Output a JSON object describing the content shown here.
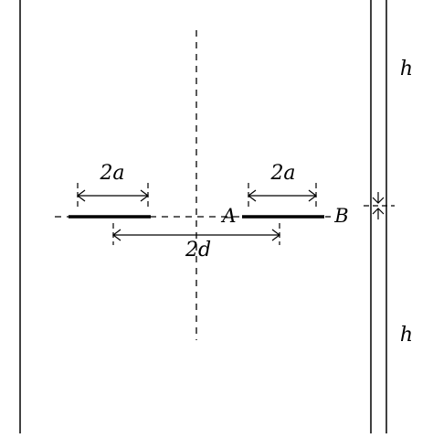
{
  "labels": {
    "crack_left_width": "2a",
    "crack_right_width": "2a",
    "center_distance": "2d",
    "point_a": "A",
    "point_b": "B",
    "top_height": "h",
    "bottom_height": "h"
  }
}
